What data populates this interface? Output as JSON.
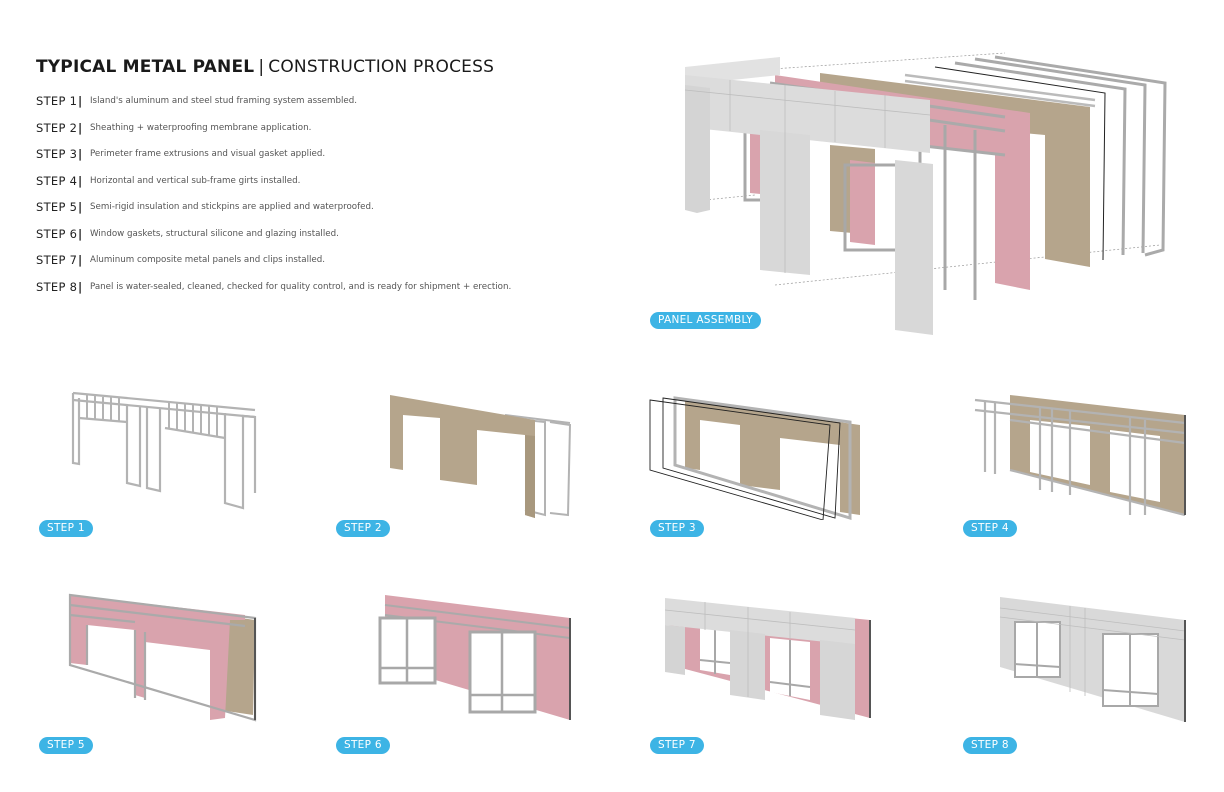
{
  "title": {
    "bold": "TYPICAL METAL PANEL",
    "separator": "|",
    "light": "CONSTRUCTION PROCESS"
  },
  "steps": [
    {
      "label": "STEP 1",
      "description": "Island's aluminum and steel stud framing system assembled."
    },
    {
      "label": "STEP 2",
      "description": "Sheathing + waterproofing membrane application."
    },
    {
      "label": "STEP 3",
      "description": "Perimeter frame extrusions and visual gasket applied."
    },
    {
      "label": "STEP 4",
      "description": "Horizontal and vertical sub-frame girts installed."
    },
    {
      "label": "STEP 5",
      "description": "Semi-rigid insulation and stickpins are applied and waterproofed."
    },
    {
      "label": "STEP 6",
      "description": "Window gaskets, structural silicone and glazing installed."
    },
    {
      "label": "STEP 7",
      "description": "Aluminum composite metal panels and clips installed."
    },
    {
      "label": "STEP 8",
      "description": "Panel is water-sealed, cleaned, checked for quality control, and is ready for shipment + erection."
    }
  ],
  "step_separator": "|",
  "assembly_label": "PANEL ASSEMBLY",
  "figure_badges": [
    "STEP 1",
    "STEP 2",
    "STEP 3",
    "STEP 4",
    "STEP 5",
    "STEP 6",
    "STEP 7",
    "STEP 8"
  ],
  "colors": {
    "badge": "#3db4e5",
    "metal_panel": "#d8d8d8",
    "insulation": "#d9a3ad",
    "sheathing": "#b5a58c",
    "framing": "#b8b8b8"
  }
}
